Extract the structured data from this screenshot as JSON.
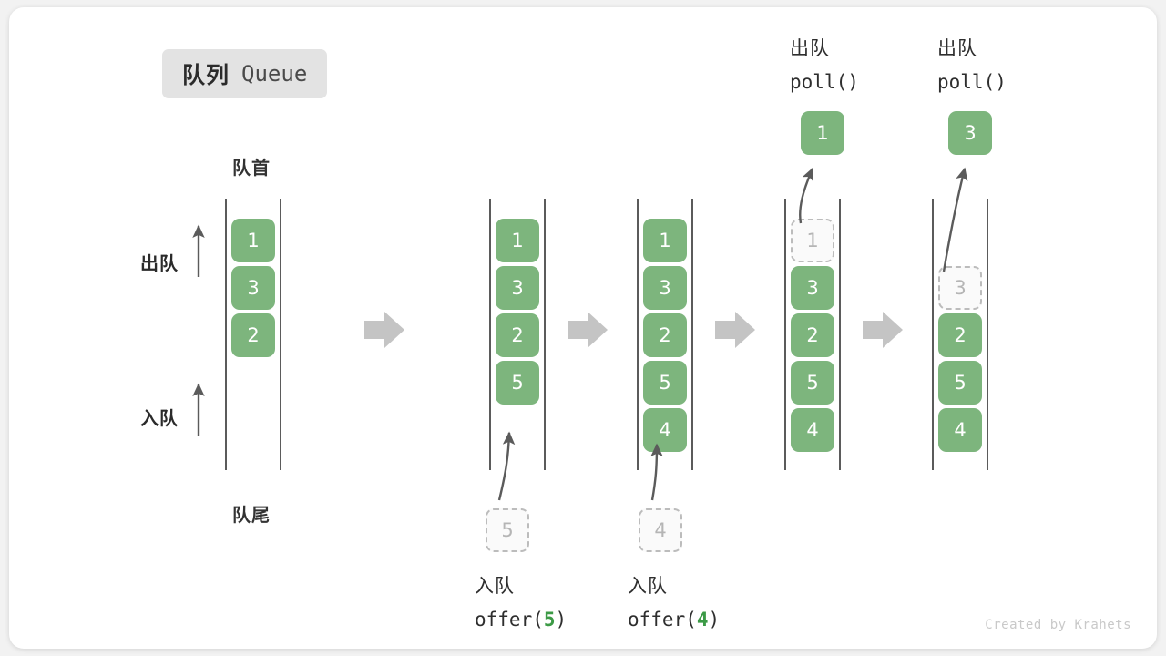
{
  "title": {
    "cn": "队列",
    "en": "Queue"
  },
  "labels": {
    "front": "队首",
    "rear": "队尾",
    "dequeue_side": "出队",
    "enqueue_side": "入队"
  },
  "credit": "Created by Krahets",
  "colors": {
    "box_green": "#7db57d",
    "ghost_fill": "#fafafa",
    "ghost_border": "#bcbcbc",
    "rail": "#5b5b5b",
    "step_arrow": "#c4c4c4",
    "accent_code": "#3c9a46",
    "badge_bg": "#e3e3e3"
  },
  "steps": [
    {
      "id": "initial",
      "header_cn": "",
      "header_code": "",
      "cells": [
        {
          "value": "1",
          "state": "filled"
        },
        {
          "value": "3",
          "state": "filled"
        },
        {
          "value": "2",
          "state": "filled"
        }
      ],
      "caption_cn": "",
      "caption_code": "",
      "caption_arg": ""
    },
    {
      "id": "offer-5",
      "header_cn": "",
      "header_code": "",
      "cells": [
        {
          "value": "1",
          "state": "filled"
        },
        {
          "value": "3",
          "state": "filled"
        },
        {
          "value": "2",
          "state": "filled"
        },
        {
          "value": "5",
          "state": "filled"
        }
      ],
      "incoming_value": "5",
      "caption_cn": "入队",
      "caption_code_prefix": "offer(",
      "caption_arg": "5",
      "caption_code_suffix": ")"
    },
    {
      "id": "offer-4",
      "header_cn": "",
      "header_code": "",
      "cells": [
        {
          "value": "1",
          "state": "filled"
        },
        {
          "value": "3",
          "state": "filled"
        },
        {
          "value": "2",
          "state": "filled"
        },
        {
          "value": "5",
          "state": "filled"
        },
        {
          "value": "4",
          "state": "filled"
        }
      ],
      "incoming_value": "4",
      "caption_cn": "入队",
      "caption_code_prefix": "offer(",
      "caption_arg": "4",
      "caption_code_suffix": ")"
    },
    {
      "id": "poll-1",
      "header_cn": "出队",
      "header_code": "poll()",
      "popped_value": "1",
      "cells": [
        {
          "value": "1",
          "state": "ghost"
        },
        {
          "value": "3",
          "state": "filled"
        },
        {
          "value": "2",
          "state": "filled"
        },
        {
          "value": "5",
          "state": "filled"
        },
        {
          "value": "4",
          "state": "filled"
        }
      ]
    },
    {
      "id": "poll-3",
      "header_cn": "出队",
      "header_code": "poll()",
      "popped_value": "3",
      "cells": [
        {
          "value": "",
          "state": "empty"
        },
        {
          "value": "3",
          "state": "ghost"
        },
        {
          "value": "2",
          "state": "filled"
        },
        {
          "value": "5",
          "state": "filled"
        },
        {
          "value": "4",
          "state": "filled"
        }
      ]
    }
  ]
}
